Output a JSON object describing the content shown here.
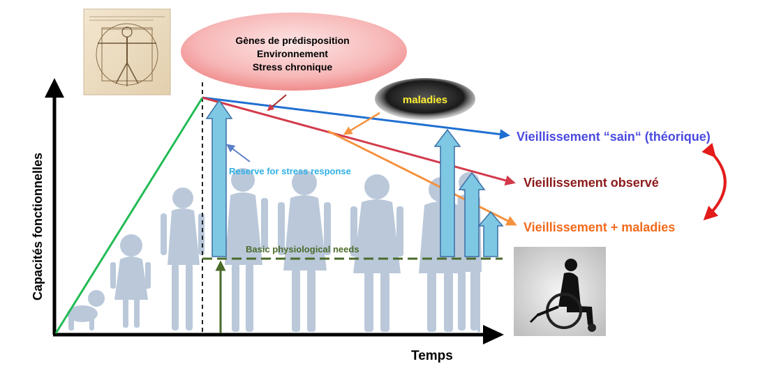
{
  "axes": {
    "y_label": "Capacités fonctionnelles",
    "x_label": "Temps"
  },
  "factors_bubble": {
    "lines": [
      "Gènes de prédisposition",
      "Environnement",
      "Stress chronique"
    ]
  },
  "maladies_bubble": {
    "text": "maladies"
  },
  "curves": {
    "healthy": {
      "label": "Vieillissement “sain“ (théorique)",
      "color": "#1f6fd1",
      "text_color": "#4a4ae0"
    },
    "observed": {
      "label": "Vieillissement observé",
      "color": "#d23a4a",
      "text_color": "#8b1a1a"
    },
    "disease": {
      "label": "Vieillissement + maladies",
      "color": "#f5923e",
      "text_color": "#f26a1b"
    },
    "growth": {
      "color": "#22bb55"
    }
  },
  "annotations": {
    "reserve": "Reserve for stress response",
    "basic_needs": "Basic physiological needs"
  },
  "colors": {
    "reserve_arrow": "#7ec8e3",
    "needs_line": "#4a6b2a",
    "silhouette": "#b3c3d7",
    "curved_arrow": "#e31b1b"
  },
  "pictures": {
    "top_left": "vitruvian-man-drawing",
    "bottom_right": "wheelchair-silhouette-photo"
  }
}
